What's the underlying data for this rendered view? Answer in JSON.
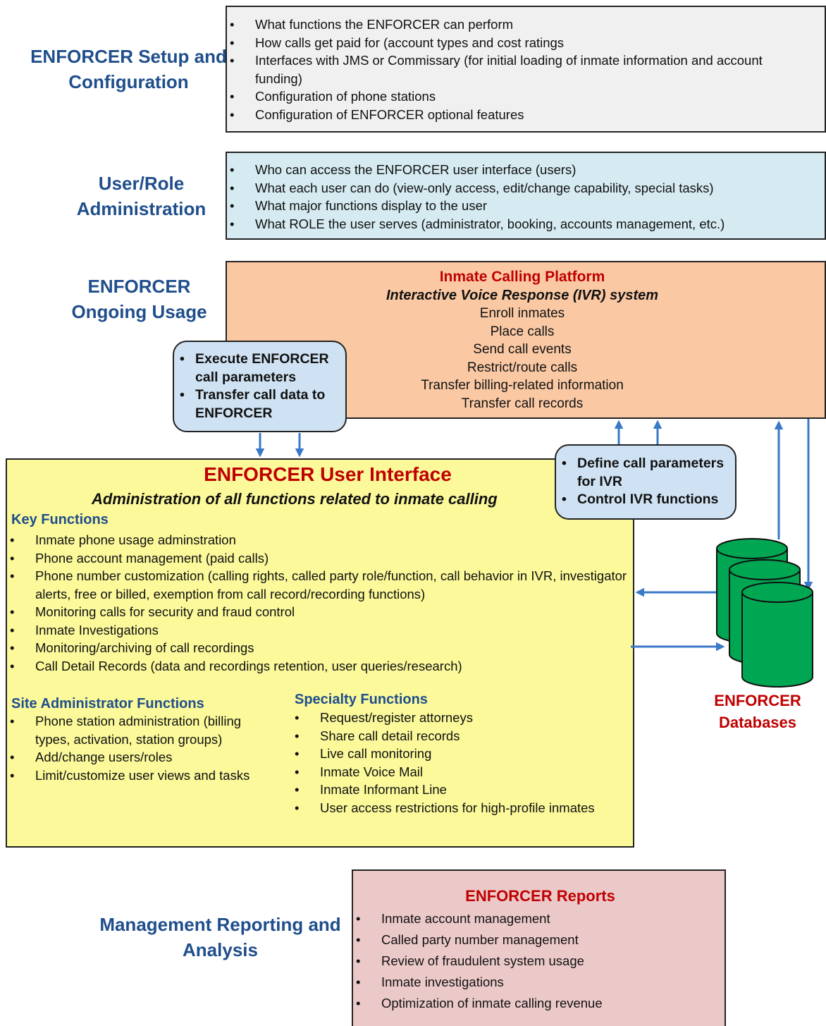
{
  "setup": {
    "label": "ENFORCER Setup and Configuration",
    "items": [
      "What functions the ENFORCER can perform",
      "How calls get paid for (account types and cost ratings",
      "Interfaces with JMS or Commissary (for initial loading of inmate information and account funding)",
      "Configuration of phone stations",
      "Configuration of ENFORCER optional features"
    ]
  },
  "user_role": {
    "label": "User/Role Administration",
    "items": [
      "Who can access the ENFORCER user interface (users)",
      "What each user can do (view-only access, edit/change capability, special tasks)",
      "What major functions display to the user",
      "What ROLE the user serves (administrator, booking, accounts management, etc.)"
    ]
  },
  "ongoing": {
    "label": "ENFORCER Ongoing Usage"
  },
  "platform": {
    "title": "Inmate Calling Platform",
    "subtitle": "Interactive Voice Response (IVR) system",
    "lines": [
      "Enroll inmates",
      "Place calls",
      "Send call events",
      "Restrict/route calls",
      "Transfer billing-related information",
      "Transfer call records"
    ]
  },
  "callout_left": {
    "items": [
      "Execute ENFORCER call parameters",
      "Transfer call data to ENFORCER"
    ]
  },
  "callout_right": {
    "items": [
      "Define call parameters for IVR",
      "Control IVR functions"
    ]
  },
  "ui": {
    "title": "ENFORCER User Interface",
    "subtitle": "Administration of all functions related to inmate calling",
    "key_heading": "Key Functions",
    "key_items": [
      "Inmate phone usage adminstration",
      "Phone account management (paid calls)",
      "Phone number customization (calling rights, called party role/function, call behavior in IVR, investigator alerts, free or billed, exemption from call record/recording functions)",
      "Monitoring calls for security and fraud control",
      "Inmate Investigations",
      "Monitoring/archiving of call recordings",
      "Call Detail Records (data and recordings retention, user queries/research)"
    ],
    "site_heading": "Site Administrator Functions",
    "site_items": [
      "Phone station administration (billing types, activation, station groups)",
      "Add/change users/roles",
      "Limit/customize user views and tasks"
    ],
    "specialty_heading": "Specialty Functions",
    "specialty_items": [
      "Request/register attorneys",
      "Share call detail records",
      "Live call monitoring",
      "Inmate Voice Mail",
      "Inmate Informant Line",
      "User access restrictions for high-profile inmates"
    ]
  },
  "databases": {
    "label": "ENFORCER Databases",
    "color": "#00a651"
  },
  "reporting": {
    "label": "Management Reporting and Analysis"
  },
  "reports": {
    "title": "ENFORCER Reports",
    "items": [
      "Inmate account management",
      "Called party number management",
      "Review of fraudulent system usage",
      "Inmate investigations",
      "Optimization of inmate calling revenue"
    ]
  },
  "colors": {
    "setup_fill": "#f0f0f0",
    "user_role_fill": "#d5eaf1",
    "platform_fill": "#fac9a4",
    "ui_fill": "#fbf99a",
    "reports_fill": "#ecc9c9",
    "callout_fill": "#cfe2f3",
    "arrow": "#3a78c9",
    "label_blue": "#1f4e8c",
    "title_red": "#c00000"
  }
}
